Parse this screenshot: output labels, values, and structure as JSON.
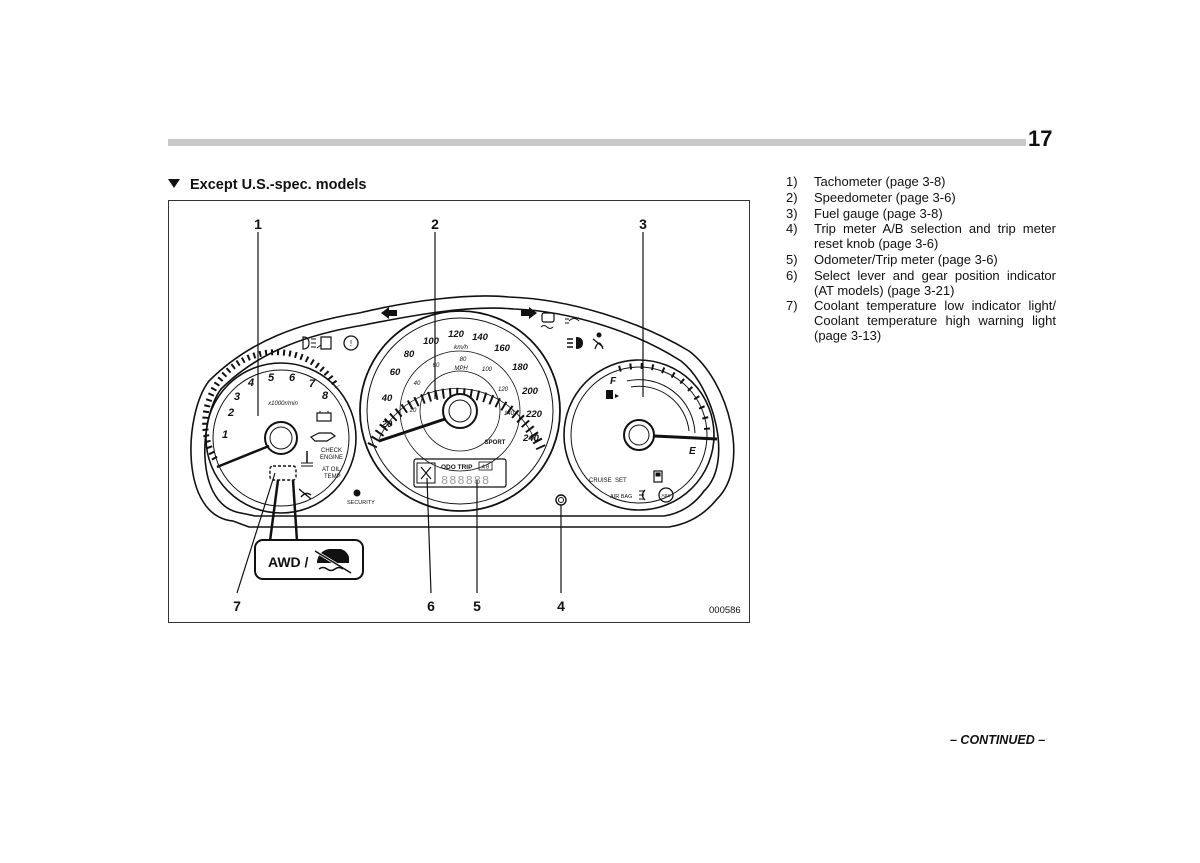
{
  "page": {
    "number": "17",
    "section_heading": "Except U.S.-spec. models",
    "continued": "– CONTINUED –"
  },
  "legend": [
    {
      "num": "1)",
      "text": "Tachometer (page 3-8)"
    },
    {
      "num": "2)",
      "text": "Speedometer (page 3-6)"
    },
    {
      "num": "3)",
      "text": "Fuel gauge (page 3-8)"
    },
    {
      "num": "4)",
      "text": "Trip meter A/B selection and trip meter reset knob (page 3-6)"
    },
    {
      "num": "5)",
      "text": "Odometer/Trip meter (page 3-6)"
    },
    {
      "num": "6)",
      "text": "Select lever and gear position indicator (AT models) (page 3-21)"
    },
    {
      "num": "7)",
      "text": "Coolant temperature low indicator light/ Coolant temperature high warning light (page 3-13)"
    }
  ],
  "figure": {
    "code": "000586",
    "callouts": [
      "1",
      "2",
      "3",
      "4",
      "5",
      "6",
      "7"
    ],
    "tachometer": {
      "numbers": [
        "1",
        "2",
        "3",
        "4",
        "5",
        "6",
        "7",
        "8"
      ],
      "unit": "x1000r/min"
    },
    "speedometer": {
      "kmh": [
        "20",
        "40",
        "60",
        "80",
        "100",
        "120",
        "140",
        "160",
        "180",
        "200",
        "220",
        "240"
      ],
      "mph": [
        "20",
        "40",
        "60",
        "80",
        "100",
        "120",
        "140"
      ],
      "unit_kmh": "km/h",
      "unit_mph": "MPH",
      "sport_label": "SPORT",
      "odo_label": "ODO TRIP",
      "trip_badge": "A B",
      "odo_digits": "888888"
    },
    "fuel_gauge": {
      "full": "F",
      "empty": "E"
    },
    "indicator_labels": {
      "check_engine_1": "CHECK",
      "check_engine_2": "ENGINE",
      "at_oil_1": "AT OIL",
      "at_oil_2": "TEMP",
      "security": "SECURITY",
      "cruise": "CRUISE",
      "set": "SET",
      "air_bag": "AIR BAG",
      "abs": "ABS"
    },
    "awd_label": "AWD /"
  }
}
